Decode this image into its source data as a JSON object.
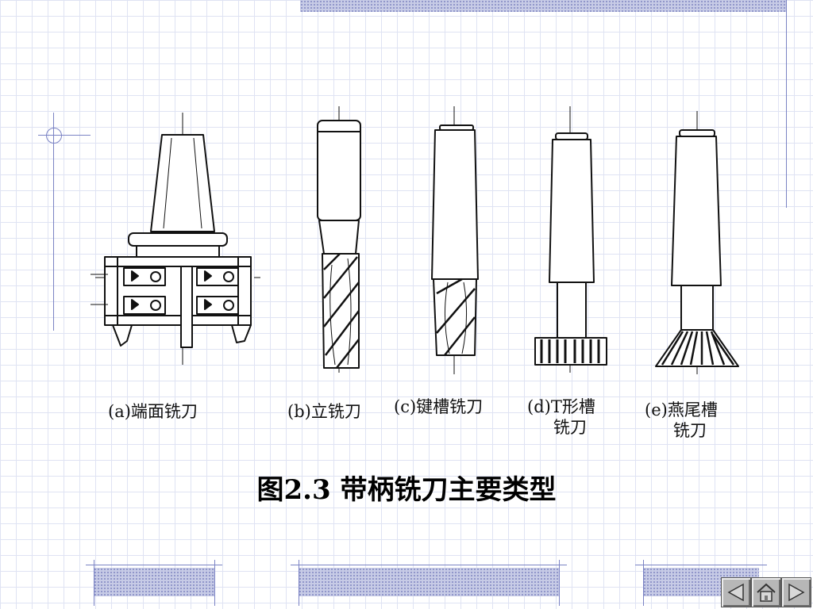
{
  "figure": {
    "captions": {
      "a": {
        "label": "(a)",
        "name": "端面铣刀"
      },
      "b": {
        "label": "(b)",
        "name": "立铣刀"
      },
      "c": {
        "label": "(c)",
        "name": "键槽铣刀"
      },
      "d": {
        "label": "(d)",
        "name_line1": "T形槽",
        "name_line2": "铣刀"
      },
      "e": {
        "label": "(e)",
        "name_line1": "燕尾槽",
        "name_line2": "铣刀"
      }
    },
    "title": "图2.3  带柄铣刀主要类型"
  },
  "nav": {
    "icons": [
      "prev-triangle",
      "home-house",
      "next-triangle"
    ]
  },
  "colors": {
    "grid": "#dfe3f3",
    "decor_line": "#7b83c4",
    "decor_band": "#c7cbe6",
    "nav_button": "#b7b7b7"
  }
}
